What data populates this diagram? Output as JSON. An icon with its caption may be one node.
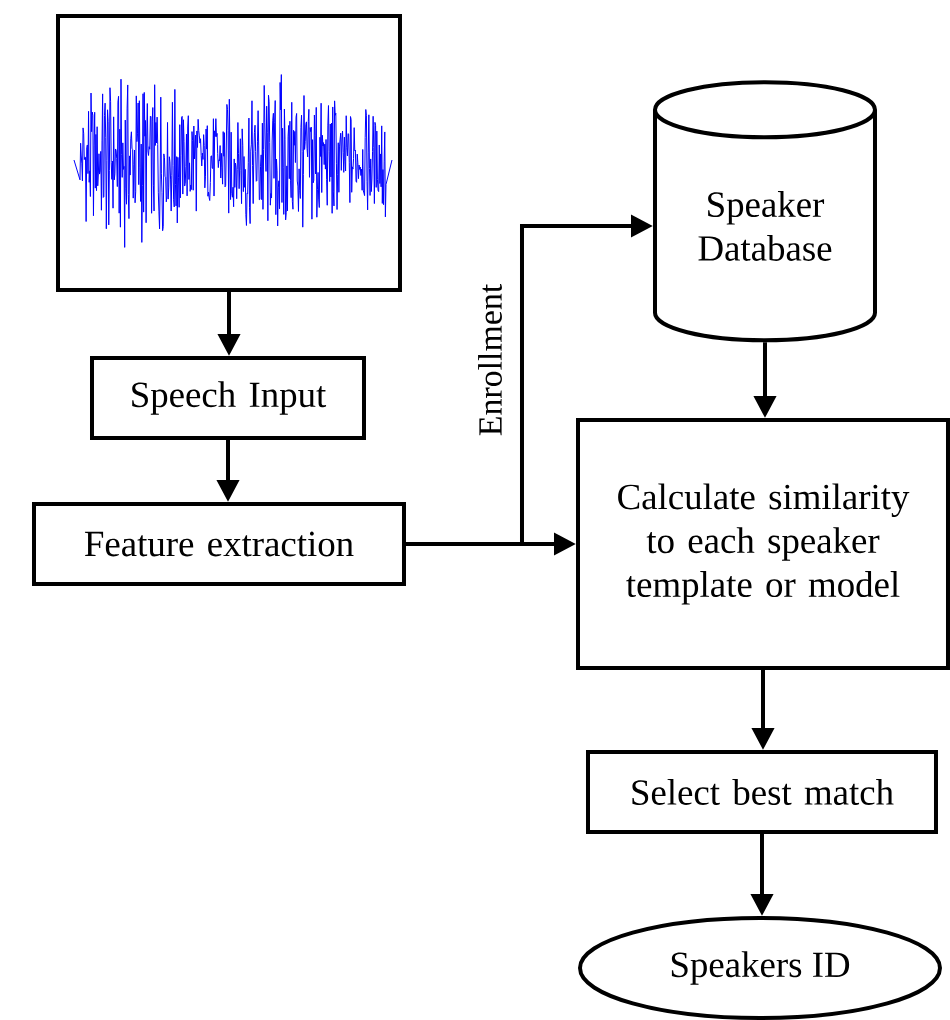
{
  "diagram": {
    "nodes": [
      {
        "text": [],
        "shape": "picture"
      },
      {
        "text": [
          "Speech Input"
        ]
      },
      {
        "text": [
          "Feature extraction"
        ]
      },
      {
        "text": [
          "Speaker Database"
        ]
      },
      {
        "text": [
          "Calculate similarity to each speaker template or model"
        ]
      },
      {
        "text": [
          "Select best match"
        ]
      },
      {
        "text": [
          "Speakers ID"
        ]
      }
    ],
    "edges": [
      {
        "from": 0,
        "to": 1,
        "arrow": "to"
      },
      {
        "from": 1,
        "to": 2,
        "arrow": "to"
      },
      {
        "from": 2,
        "to": 3,
        "arrow": "to",
        "label": "Enrollment"
      },
      {
        "from": 2,
        "to": 4,
        "arrow": "to"
      },
      {
        "from": 3,
        "to": 4,
        "arrow": "to"
      },
      {
        "from": 4,
        "to": 5,
        "arrow": "to"
      },
      {
        "from": 5,
        "to": 6,
        "arrow": "to"
      }
    ]
  }
}
